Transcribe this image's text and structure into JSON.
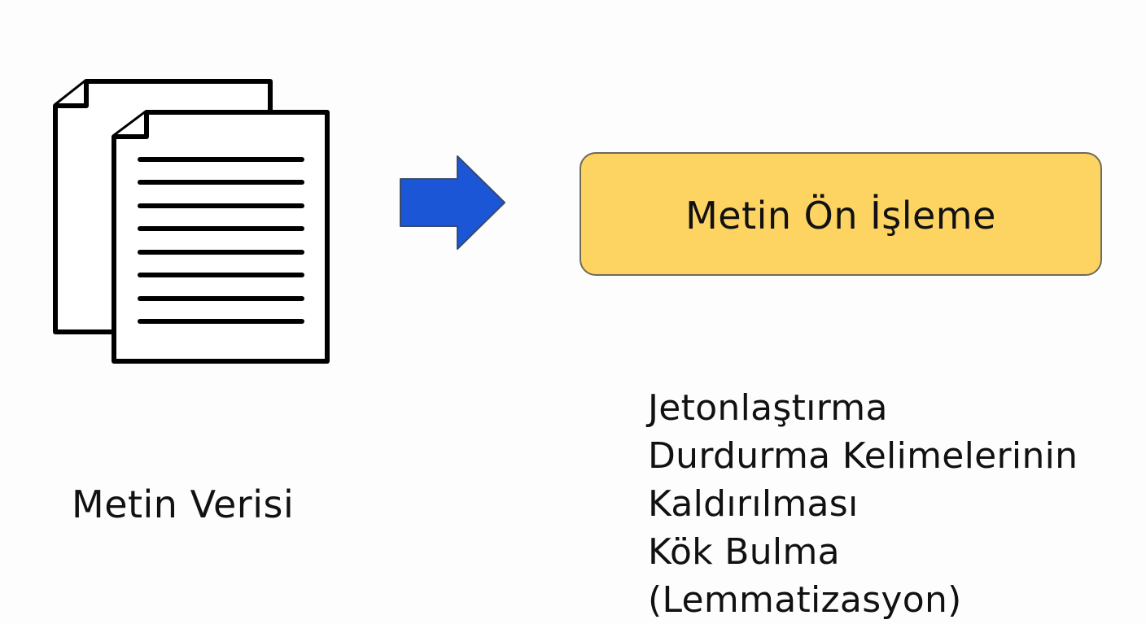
{
  "source": {
    "icon": "documents-icon",
    "label": "Metin Verisi"
  },
  "connector": {
    "icon": "arrow-right-icon",
    "color": "#1a56d6",
    "outline": "#3a4a6a"
  },
  "process": {
    "title": "Metin Ön İşleme",
    "fill": "#fdd462",
    "border": "#6e6a5a"
  },
  "steps": [
    "Jetonlaştırma",
    "Durdurma Kelimelerinin",
    "Kaldırılması",
    "Kök Bulma",
    "(Lemmatizasyon)"
  ]
}
